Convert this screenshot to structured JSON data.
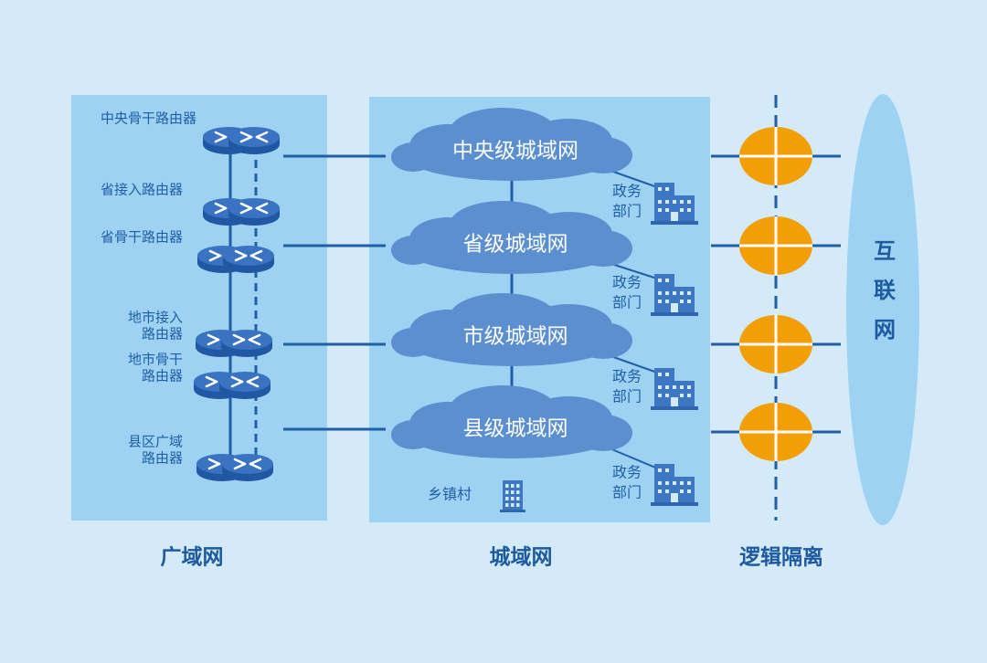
{
  "colors": {
    "background": "#d4eaf8",
    "panel": "#9dd2f2",
    "link": "#1f5fa6",
    "cloud": "#5b8fd0",
    "router_top": "#3a73c2",
    "router_side": "#2158a3",
    "isolation": "#f29f05",
    "internet": "#9dd2f2",
    "label": "#1f5fa6",
    "footer": "#1d5aa0"
  },
  "wan": {
    "routers": [
      {
        "label_lines": [
          "中央骨干路由器"
        ],
        "icon": "router-icon"
      },
      {
        "label_lines": [
          "省接入路由器"
        ],
        "icon": "router-icon"
      },
      {
        "label_lines": [
          "省骨干路由器"
        ],
        "icon": "router-icon"
      },
      {
        "label_lines": [
          "地市接入",
          "路由器"
        ],
        "icon": "router-icon"
      },
      {
        "label_lines": [
          "地市骨干",
          "路由器"
        ],
        "icon": "router-icon"
      },
      {
        "label_lines": [
          "县区广域",
          "路由器"
        ],
        "icon": "router-icon"
      }
    ]
  },
  "man": {
    "clouds": [
      {
        "label": "中央级城域网",
        "dept_lines": [
          "政务",
          "部门"
        ]
      },
      {
        "label": "省级城域网",
        "dept_lines": [
          "政务",
          "部门"
        ]
      },
      {
        "label": "市级城域网",
        "dept_lines": [
          "政务",
          "部门"
        ]
      },
      {
        "label": "县级城域网",
        "dept_lines": [
          "政务",
          "部门"
        ]
      }
    ],
    "village": "乡镇村"
  },
  "isolation": {
    "count": 4,
    "icon": "firewall-icon"
  },
  "internet": {
    "label_chars": [
      "互",
      "联",
      "网"
    ]
  },
  "footer": {
    "wan": "广域网",
    "man": "城域网",
    "isolation": "逻辑隔离"
  }
}
